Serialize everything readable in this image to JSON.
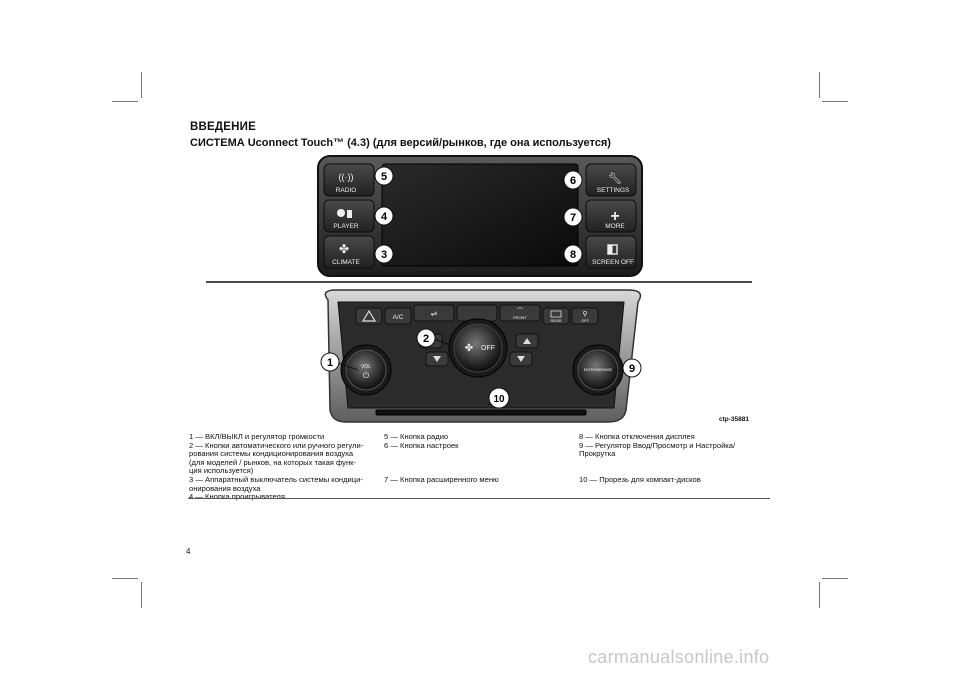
{
  "page": {
    "title": "ВВЕДЕНИЕ",
    "subtitle": "СИСТЕМА Uconnect Touch™ (4.3) (для версий/рынков, где она используется)",
    "page_number": "4",
    "watermark": "carmanualsonline.info",
    "figure_id": "ctp-35881"
  },
  "figure": {
    "buttons_left": [
      "RADIO",
      "PLAYER",
      "CLIMATE"
    ],
    "buttons_right": [
      "SETTINGS",
      "MORE",
      "SCREEN OFF"
    ],
    "climate_labels": {
      "ac": "A/C",
      "front": "FRONT",
      "rear": "REAR",
      "off_small": "OFF",
      "fan_off": "OFF",
      "vol": "VOL",
      "enter_browse": "ENTER/BROWSE"
    },
    "callouts": [
      "1",
      "2",
      "3",
      "4",
      "5",
      "6",
      "7",
      "8",
      "9",
      "10"
    ]
  },
  "legend": {
    "col1": [
      "1 — ВКЛ/ВЫКЛ и регулятор громкости",
      "2 — Кнопки автоматического или ручного регули-",
      "рования системы кондиционирования воздуха",
      "(для моделей / рынков, на которых такая функ-",
      "ция используется)",
      "3 — Аппаратный выключатель системы кондици-",
      "онирования воздуха",
      "4 — Кнопка проигрывателя"
    ],
    "col2": [
      "5 — Кнопка радио",
      "6 — Кнопка настроек",
      "7 — Кнопка расширенного меню"
    ],
    "col3": [
      "8 — Кнопка отключения дисплея",
      "9 — Регулятор Ввод/Просмотр и Настройка/",
      "Прокрутка",
      "10 — Прорезь для компакт-дисков"
    ]
  }
}
